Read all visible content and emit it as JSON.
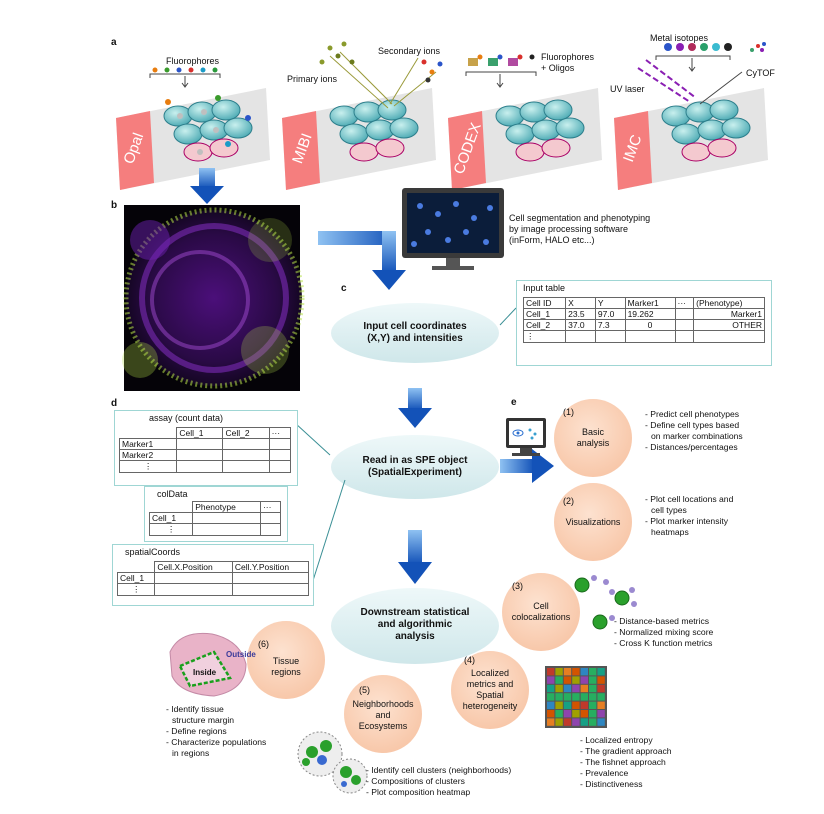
{
  "panel_labels": {
    "a": "a",
    "b": "b",
    "c": "c",
    "d": "d",
    "e": "e"
  },
  "panel_a": {
    "platforms": [
      "Opal",
      "MIBI",
      "CODEX",
      "IMC"
    ],
    "fluorophores": "Fluorophores",
    "primary_ions": "Primary ions",
    "secondary_ions": "Secondary ions",
    "fluoro_oligos_1": "Fluorophores",
    "fluoro_oligos_2": "+ Oligos",
    "metal_isotopes": "Metal isotopes",
    "uv_laser": "UV laser",
    "cytof": "CyTOF"
  },
  "segmentation_text": [
    "Cell segmentation and phenotyping",
    "by image processing software",
    "(inForm, HALO etc...)"
  ],
  "nodes": {
    "input": [
      "Input cell coordinates",
      "(X,Y) and intensities"
    ],
    "spe": [
      "Read in as SPE object",
      "(SpatialExperiment)"
    ],
    "downstream": [
      "Downstream statistical",
      "and algorithmic",
      "analysis"
    ]
  },
  "input_table": {
    "title": "Input table",
    "header": [
      "Cell ID",
      "X",
      "Y",
      "Marker1",
      "···",
      "(Phenotype)"
    ],
    "rows": [
      [
        "Cell_1",
        "23.5",
        "97.0",
        "19.262",
        "",
        "Marker1"
      ],
      [
        "Cell_2",
        "37.0",
        "7.3",
        "0",
        "",
        "OTHER"
      ],
      [
        "⋮",
        "",
        "",
        "",
        "",
        ""
      ]
    ]
  },
  "assay": {
    "title": "assay (count data)",
    "header": [
      "",
      "Cell_1",
      "Cell_2",
      "···"
    ],
    "rows": [
      [
        "Marker1",
        "",
        "",
        ""
      ],
      [
        "Marker2",
        "",
        "",
        ""
      ],
      [
        "⋮",
        "",
        "",
        ""
      ]
    ]
  },
  "coldata": {
    "title": "colData",
    "header": [
      "",
      "Phenotype",
      "···"
    ],
    "rows": [
      [
        "Cell_1",
        "",
        ""
      ],
      [
        "⋮",
        "",
        ""
      ]
    ]
  },
  "spatialcoords": {
    "title": "spatialCoords",
    "header": [
      "",
      "Cell.X.Position",
      "Cell.Y.Position"
    ],
    "rows": [
      [
        "Cell_1",
        "",
        ""
      ],
      [
        "⋮",
        "",
        ""
      ]
    ]
  },
  "analyses": {
    "basic": {
      "num": "(1)",
      "name": [
        "Basic",
        "analysis"
      ],
      "bullets": [
        "- Predict cell phenotypes",
        "- Define cell types based",
        "  on marker combinations",
        "- Distances/percentages"
      ]
    },
    "visual": {
      "num": "(2)",
      "name": [
        "Visualizations"
      ],
      "bullets": [
        "- Plot cell locations and",
        "  cell types",
        "- Plot marker intensity",
        "  heatmaps"
      ]
    },
    "coloc": {
      "num": "(3)",
      "name": [
        "Cell",
        "colocalizations"
      ],
      "bullets": [
        "- Distance-based metrics",
        "- Normalized mixing score",
        "- Cross K function metrics"
      ]
    },
    "localized": {
      "num": "(4)",
      "name": [
        "Localized",
        "metrics and",
        "Spatial",
        "heterogeneity"
      ],
      "bullets": [
        "- Localized entropy",
        "- The gradient approach",
        "- The fishnet approach",
        "- Prevalence",
        "- Distinctiveness"
      ]
    },
    "neighborhoods": {
      "num": "(5)",
      "name": [
        "Neighborhoods",
        "and",
        "Ecosystems"
      ],
      "bullets": [
        "- Identify cell clusters (neighborhoods)",
        "- Compositions of clusters",
        "- Plot composition heatmap"
      ]
    },
    "tissue": {
      "num": "(6)",
      "name": [
        "Tissue",
        "regions"
      ],
      "bullets": [
        "- Identify tissue",
        "  structure margin",
        "- Define regions",
        "- Characterize populations",
        "  in regions"
      ]
    }
  },
  "tissue_labels": {
    "outside": "Outside",
    "inside": "Inside"
  },
  "colors": {
    "teal_node": "#d9eef0",
    "salmon_circle": "#fbd0b5",
    "arrow_blue": "#1f6fd0",
    "panel_border": "#9fd6d4",
    "platform_red": "#f57e7e",
    "tissue_purple": "#7b2bb5",
    "tissue_green": "#b6e04a"
  }
}
